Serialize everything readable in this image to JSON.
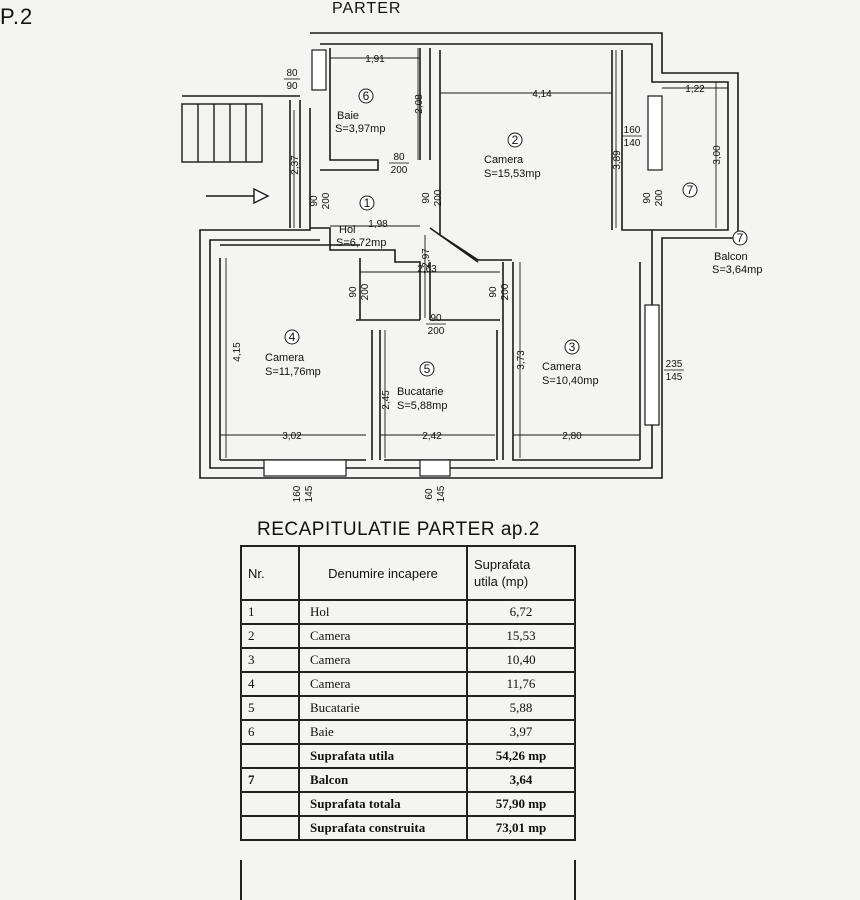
{
  "corner_label": "P.2",
  "plan_title": "PARTER",
  "rooms": [
    {
      "num": "1",
      "name": "Hol",
      "area": "S=6,72mp"
    },
    {
      "num": "2",
      "name": "Camera",
      "area": "S=15,53mp"
    },
    {
      "num": "3",
      "name": "Camera",
      "area": "S=10,40mp"
    },
    {
      "num": "4",
      "name": "Camera",
      "area": "S=11,76mp"
    },
    {
      "num": "5",
      "name": "Bucatarie",
      "area": "S=5,88mp"
    },
    {
      "num": "6",
      "name": "Baie",
      "area": "S=3,97mp"
    },
    {
      "num": "7",
      "name": "Balcon",
      "area": "S=3,64mp"
    }
  ],
  "dimensions": {
    "baie_width": "1,91",
    "baie_height": "2,08",
    "camera2_width": "4,14",
    "camera2_height": "3,89",
    "balcon_width": "1,22",
    "balcon_height": "3,00",
    "entry_height": "2,37",
    "hol_width": "1,98",
    "hol_height": "2,97",
    "hol_lower_width": "2,63",
    "camera4_height": "4,15",
    "camera4_width": "3,02",
    "bucatarie_width": "2,42",
    "bucatarie_height": "2,45",
    "camera3_width": "2,80",
    "camera3_height": "3,73"
  },
  "openings": {
    "o_80_90": [
      "80",
      "90"
    ],
    "o_80_200": [
      "80",
      "200"
    ],
    "o_160_140": [
      "160",
      "140"
    ],
    "o_90_200_hol": [
      "90",
      "200"
    ],
    "o_90_200_cam2": [
      "90",
      "200"
    ],
    "o_90_200_bal": [
      "90",
      "200"
    ],
    "o_90_200_cam4": [
      "90",
      "200"
    ],
    "o_90_200_cam3": [
      "90",
      "200"
    ],
    "o_90_200_buc": [
      "90",
      "200"
    ],
    "o_235_145": [
      "235",
      "145"
    ],
    "o_160_145": [
      "160",
      "145"
    ],
    "o_60_145": [
      "60",
      "145"
    ]
  },
  "recap": {
    "title": "RECAPITULATIE PARTER ap.2",
    "headers": {
      "nr": "Nr.",
      "name": "Denumire incapere",
      "area_1": "Suprafata",
      "area_2": "utila (mp)"
    },
    "rows": [
      {
        "nr": "1",
        "name": "Hol",
        "area": "6,72"
      },
      {
        "nr": "2",
        "name": "Camera",
        "area": "15,53"
      },
      {
        "nr": "3",
        "name": "Camera",
        "area": "10,40"
      },
      {
        "nr": "4",
        "name": "Camera",
        "area": "11,76"
      },
      {
        "nr": "5",
        "name": "Bucatarie",
        "area": "5,88"
      },
      {
        "nr": "6",
        "name": "Baie",
        "area": "3,97"
      }
    ],
    "useful_label": "Suprafata utila",
    "useful_value": "54,26  mp",
    "balcon_row": {
      "nr": "7",
      "name": "Balcon",
      "area": "3,64"
    },
    "total_label": "Suprafata totala",
    "total_value": "57,90  mp",
    "built_label": "Suprafata construita",
    "built_value": "73,01  mp"
  }
}
